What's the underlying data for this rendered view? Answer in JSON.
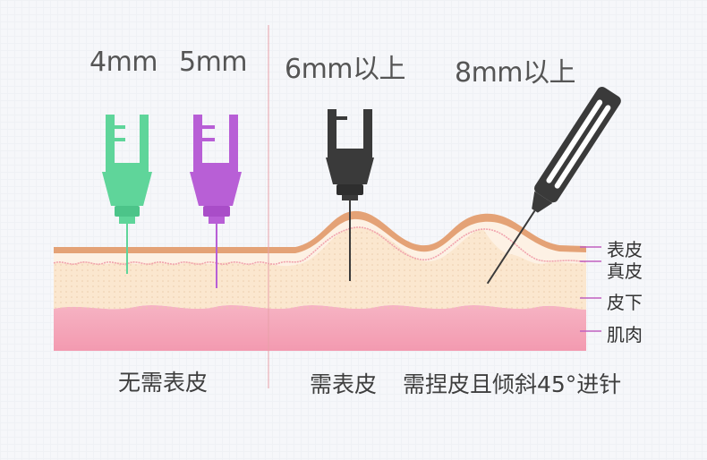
{
  "depths": {
    "d4": "4mm",
    "d5": "5mm",
    "d6": "6mm以上",
    "d8": "8mm以上"
  },
  "captions": {
    "no_pinch": "无需表皮",
    "pinch": "需表皮",
    "pinch_angle": "需捏皮且倾斜45°进针"
  },
  "layers": {
    "epidermis": "表皮",
    "dermis": "真皮",
    "subcutaneous": "皮下",
    "muscle": "肌肉"
  },
  "colors": {
    "green_needle": "#5fd59a",
    "purple_needle": "#b85fd6",
    "dark_needle": "#3a3a3a",
    "epidermis": "#e7a57a",
    "dermis": "#fce8d2",
    "subcutaneous": "#fbe6cc",
    "muscle": "#f4a3b7",
    "divider": "#e8a0a8",
    "leader_line": "#c060c0"
  }
}
